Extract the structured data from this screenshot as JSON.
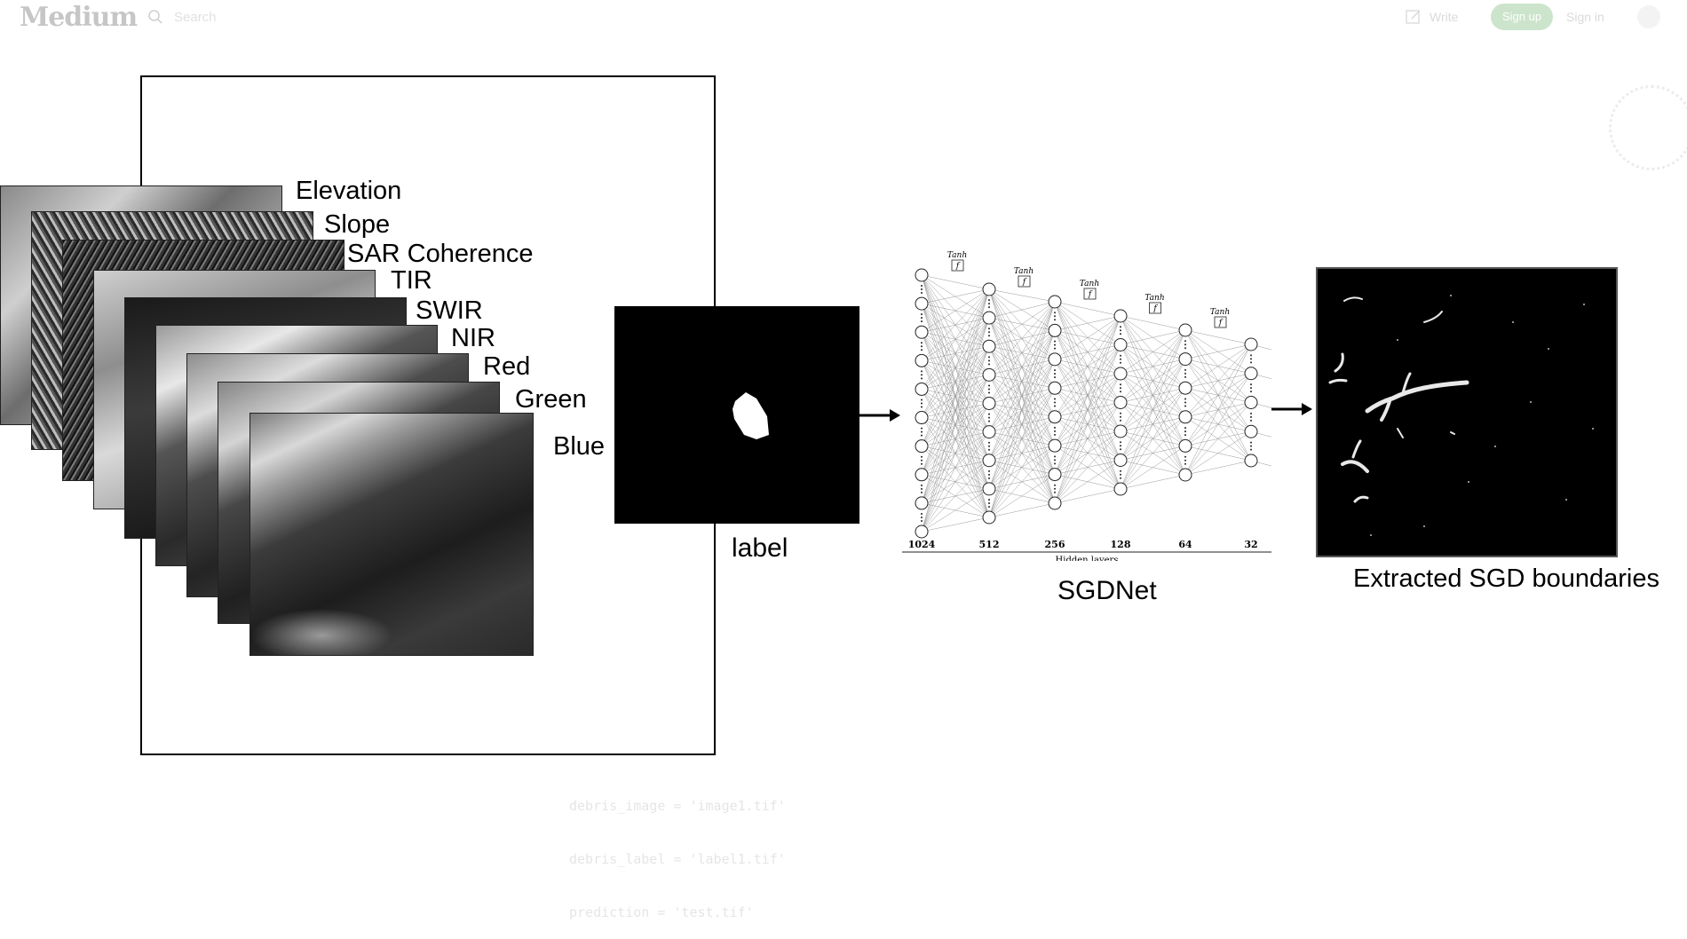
{
  "header": {
    "logo": "Medium",
    "search_placeholder": "Search",
    "write_label": "Write",
    "signup_label": "Sign up",
    "signin_label": "Sign in",
    "accent_color": "#1a8917"
  },
  "diagram": {
    "input_layers": [
      {
        "name": "Elevation"
      },
      {
        "name": "Slope"
      },
      {
        "name": "SAR Coherence"
      },
      {
        "name": "TIR"
      },
      {
        "name": "SWIR"
      },
      {
        "name": "NIR"
      },
      {
        "name": "Red"
      },
      {
        "name": "Green"
      },
      {
        "name": "Blue"
      }
    ],
    "label_caption": "label",
    "network": {
      "caption": "SGDNet",
      "activation": "Tanh",
      "activation_symbol": "f",
      "layer_sizes": [
        "1024",
        "512",
        "256",
        "128",
        "64",
        "32"
      ],
      "axis_label": "Hidden layers"
    },
    "output_caption": "Extracted SGD boundaries"
  },
  "background_code": [
    "debris_image = 'image1.tif'",
    "debris_label = 'label1.tif'",
    "prediction = 'test.tif'"
  ]
}
